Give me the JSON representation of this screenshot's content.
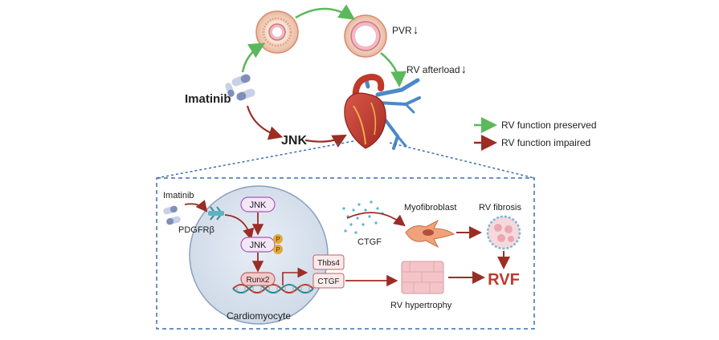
{
  "top": {
    "drug_label": "Imatinib",
    "jnk_label": "JNK",
    "pvr_label": "PVR",
    "pvr_arrow": "↓",
    "afterload_label": "RV afterload",
    "afterload_arrow": "↓"
  },
  "legend": {
    "preserved": "RV function preserved",
    "impaired": "RV function impaired"
  },
  "detail": {
    "drug_label": "Imatinib",
    "receptor_label": "PDGFRβ",
    "jnk_label": "JNK",
    "jnk_phos_label": "JNK",
    "phospho_mark": "P",
    "runx2_label": "Runx2",
    "thbs4_label": "Thbs4",
    "ctgf_gene_label": "CTGF",
    "cell_label": "Cardiomyocyte",
    "ctgf_secreted_label": "CTGF",
    "myofibroblast_label": "Myofibroblast",
    "fibrosis_label": "RV fibrosis",
    "hypertrophy_label": "RV hypertrophy",
    "outcome_label": "RVF"
  },
  "colors": {
    "green_arrow": "#5cb85c",
    "red_arrow": "#9b2d25",
    "dashed_border": "#3a6fb0",
    "cell_fill": "#dde6f1",
    "jnk_fill": "#f3e6f6",
    "jnk_stroke": "#a45bb5",
    "phospho": "#e1a93a",
    "outcome": "#c0392b"
  }
}
